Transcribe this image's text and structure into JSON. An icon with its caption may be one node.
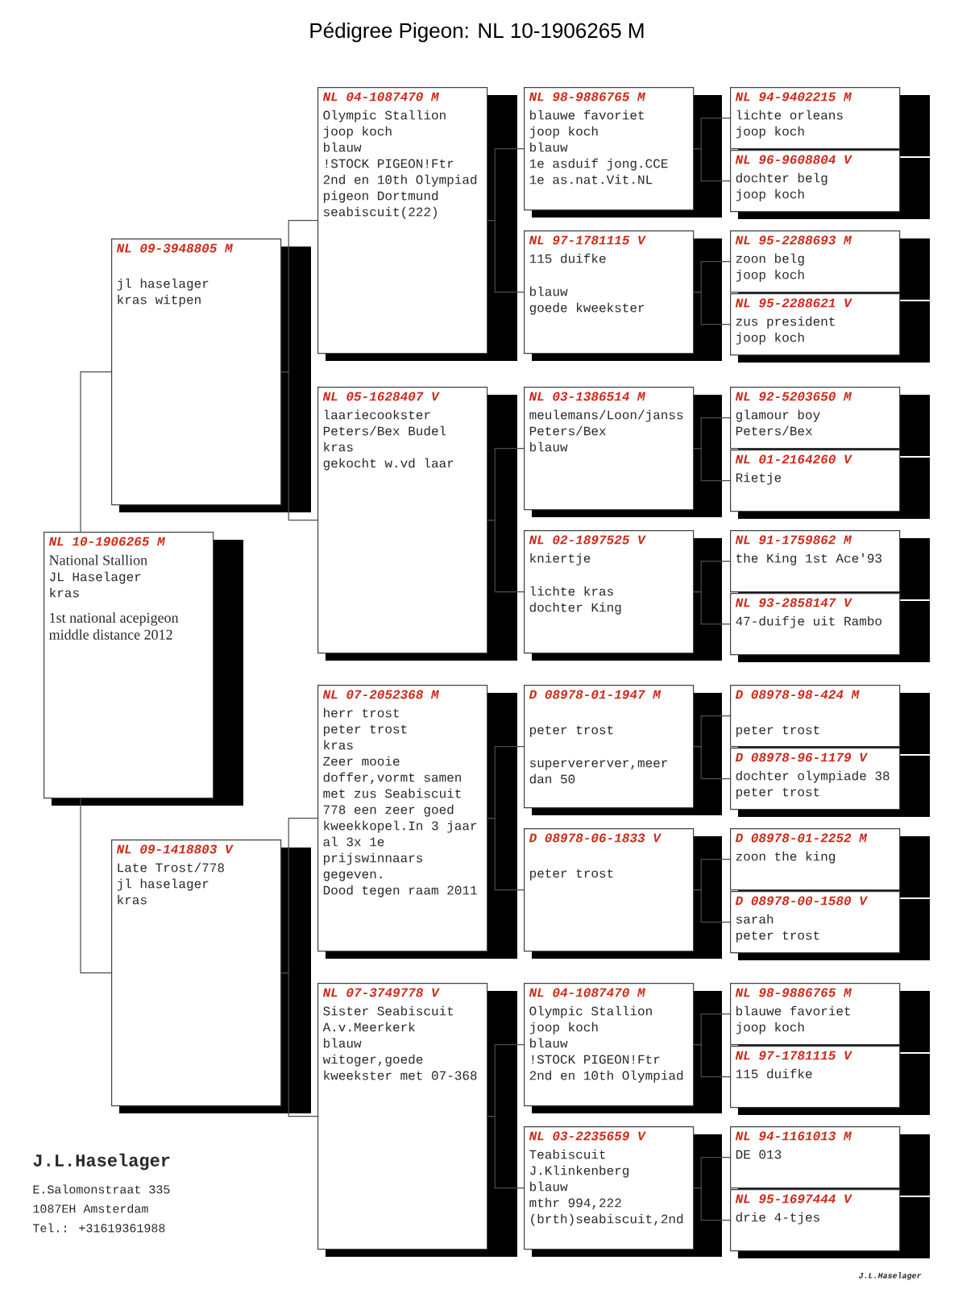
{
  "diagram": {
    "title": "Pédigree Pigeon: NL 10-1906265 M",
    "nodes": [
      {
        "text": [
          "NL 10-1906265 M",
          "National Stallion",
          "JL Haselager",
          "kras",
          "1st national acepigeon middle distance 2012"
        ]
      },
      {
        "text": [
          "NL 09-3948805 M",
          "jl haselager",
          "kras witpen"
        ]
      },
      {
        "text": [
          "NL 09-1418803 V",
          "Late Trost/778",
          "jl haselager",
          "kras"
        ]
      },
      {
        "text": [
          "NL 04-1087470 M",
          "Olympic Stallion",
          "joop koch",
          "blauw",
          "!STOCK PIGEON!Ftr",
          "2nd en 10th Olympiad pigeon Dortmund seabiscuit(222)"
        ]
      },
      {
        "text": [
          "NL 05-1628407 V",
          "laariecookster",
          "Peters/Bex Budel",
          "kras",
          "gekocht w.vd laar"
        ]
      },
      {
        "text": [
          "NL 07-2052368 M",
          "herr trost",
          "peter trost",
          "kras",
          "Zeer mooie doffer,vormt samen met zus Seabiscuit 778 een zeer goed kweekkopel.In 3 jaar al 3x 1e prijswinnaars gegeven.",
          "Dood tegen raam 2011"
        ]
      },
      {
        "text": [
          "NL 07-3749778 V",
          "Sister Seabiscuit",
          "A.v.Meerkerk",
          "blauw",
          "witoger,goede kweekster met 07-368"
        ]
      },
      {
        "text": [
          "NL 98-9886765 M",
          "blauwe favoriet",
          "joop koch",
          "blauw",
          "1e asduif jong.CCE",
          "1e as.nat.Vit.NL"
        ]
      },
      {
        "text": [
          "NL 97-1781115 V",
          "115 duifke",
          "blauw",
          "goede kweekster"
        ]
      },
      {
        "text": [
          "NL 03-1386514 M",
          "meulemans/Loon/janss",
          "Peters/Bex",
          "blauw"
        ]
      },
      {
        "text": [
          "NL 02-1897525 V",
          "kniertje",
          "lichte kras",
          "dochter King"
        ]
      },
      {
        "text": [
          "D 08978-01-1947 M",
          "peter trost",
          "supervererver,meer dan 50"
        ]
      },
      {
        "text": [
          "D 08978-06-1833 V",
          "peter trost"
        ]
      },
      {
        "text": [
          "NL 04-1087470 M",
          "Olympic Stallion",
          "joop koch",
          "blauw",
          "!STOCK PIGEON!Ftr",
          "2nd en 10th Olympiad"
        ]
      },
      {
        "text": [
          "NL 03-2235659 V",
          "Teabiscuit",
          "J.Klinkenberg",
          "blauw",
          "mthr 994,222 (brth)seabiscuit,2nd"
        ]
      },
      {
        "text": [
          "NL 94-9402215 M",
          "lichte orleans",
          "joop koch"
        ]
      },
      {
        "text": [
          "NL 96-9608804 V",
          "dochter belg",
          "joop koch"
        ]
      },
      {
        "text": [
          "NL 95-2288693 M",
          "zoon belg",
          "joop koch"
        ]
      },
      {
        "text": [
          "NL 95-2288621 V",
          "zus president",
          "joop koch"
        ]
      },
      {
        "text": [
          "NL 92-5203650 M",
          "glamour boy",
          "Peters/Bex"
        ]
      },
      {
        "text": [
          "NL 01-2164260 V",
          "Rietje"
        ]
      },
      {
        "text": [
          "NL 91-1759862 M",
          "the King 1st Ace'93"
        ]
      },
      {
        "text": [
          "NL 93-2858147 V",
          "47-duifje uit Rambo"
        ]
      },
      {
        "text": [
          "D 08978-98-424 M",
          "peter trost"
        ]
      },
      {
        "text": [
          "D 08978-96-1179 V",
          "dochter olympiade 38",
          "peter trost"
        ]
      },
      {
        "text": [
          "D 08978-01-2252 M",
          "zoon the king"
        ]
      },
      {
        "text": [
          "D 08978-00-1580 V",
          "sarah",
          "peter trost"
        ]
      },
      {
        "text": [
          "NL 98-9886765 M",
          "blauwe favoriet",
          "joop koch"
        ]
      },
      {
        "text": [
          "NL 97-1781115 V",
          "115 duifke"
        ]
      },
      {
        "text": [
          "NL 94-1161013 M",
          "DE 013"
        ]
      },
      {
        "text": [
          "NL 95-1697444 V",
          "drie 4-tjes"
        ]
      }
    ],
    "edges": [
      {
        "from": 0,
        "to": 1,
        "arrow": "none"
      },
      {
        "from": 0,
        "to": 2,
        "arrow": "none"
      },
      {
        "from": 1,
        "to": 3,
        "arrow": "none"
      },
      {
        "from": 1,
        "to": 4,
        "arrow": "none"
      },
      {
        "from": 2,
        "to": 5,
        "arrow": "none"
      },
      {
        "from": 2,
        "to": 6,
        "arrow": "none"
      },
      {
        "from": 3,
        "to": 7,
        "arrow": "none"
      },
      {
        "from": 3,
        "to": 8,
        "arrow": "none"
      },
      {
        "from": 4,
        "to": 9,
        "arrow": "none"
      },
      {
        "from": 4,
        "to": 10,
        "arrow": "none"
      },
      {
        "from": 5,
        "to": 11,
        "arrow": "none"
      },
      {
        "from": 5,
        "to": 12,
        "arrow": "none"
      },
      {
        "from": 6,
        "to": 13,
        "arrow": "none"
      },
      {
        "from": 6,
        "to": 14,
        "arrow": "none"
      },
      {
        "from": 7,
        "to": 15,
        "arrow": "none"
      },
      {
        "from": 7,
        "to": 16,
        "arrow": "none"
      },
      {
        "from": 8,
        "to": 17,
        "arrow": "none"
      },
      {
        "from": 8,
        "to": 18,
        "arrow": "none"
      },
      {
        "from": 9,
        "to": 19,
        "arrow": "none"
      },
      {
        "from": 9,
        "to": 20,
        "arrow": "none"
      },
      {
        "from": 10,
        "to": 21,
        "arrow": "none"
      },
      {
        "from": 10,
        "to": 22,
        "arrow": "none"
      },
      {
        "from": 11,
        "to": 23,
        "arrow": "none"
      },
      {
        "from": 11,
        "to": 24,
        "arrow": "none"
      },
      {
        "from": 12,
        "to": 25,
        "arrow": "none"
      },
      {
        "from": 12,
        "to": 26,
        "arrow": "none"
      },
      {
        "from": 13,
        "to": 27,
        "arrow": "none"
      },
      {
        "from": 13,
        "to": 28,
        "arrow": "none"
      },
      {
        "from": 14,
        "to": 29,
        "arrow": "none"
      },
      {
        "from": 14,
        "to": 30,
        "arrow": "none"
      }
    ],
    "labels": [
      "J.L.Haselager",
      "E.Salomonstraat 335",
      "1087EH Amsterdam",
      "Tel.: +31619361988",
      "J.L.Haselager"
    ]
  }
}
